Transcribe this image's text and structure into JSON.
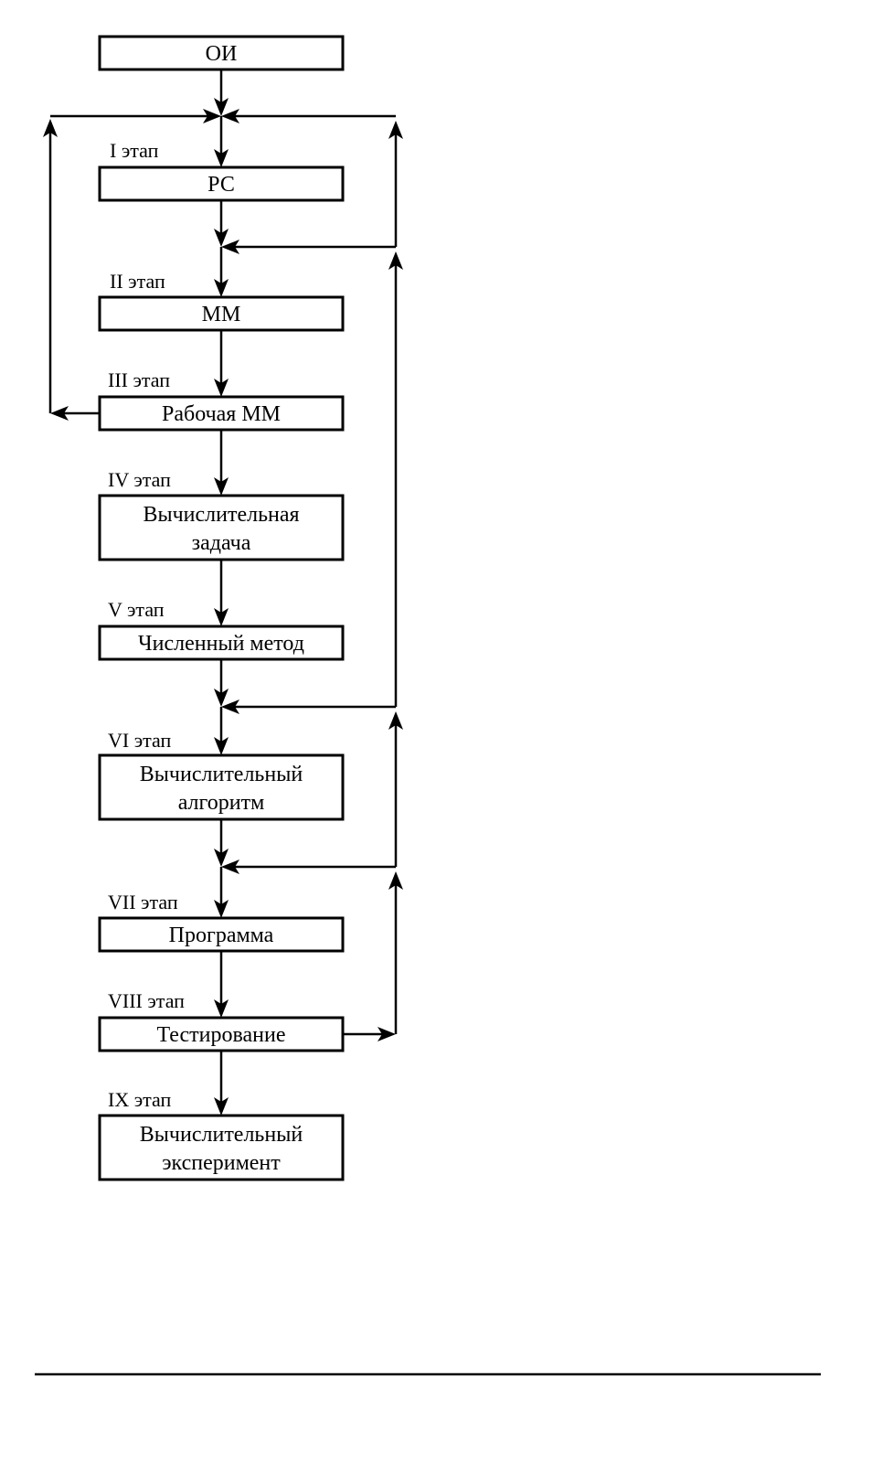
{
  "diagram": {
    "colors": {
      "stroke": "#000000",
      "background": "#ffffff"
    },
    "boxes": [
      {
        "id": "oi",
        "lines": [
          "ОИ"
        ]
      },
      {
        "id": "rs",
        "lines": [
          "РС"
        ]
      },
      {
        "id": "mm",
        "lines": [
          "ММ"
        ]
      },
      {
        "id": "work-mm",
        "lines": [
          "Рабочая ММ"
        ]
      },
      {
        "id": "comp-task",
        "lines": [
          "Вычислительная",
          "задача"
        ]
      },
      {
        "id": "num-method",
        "lines": [
          "Численный метод"
        ]
      },
      {
        "id": "comp-algorithm",
        "lines": [
          "Вычислительный",
          "алгоритм"
        ]
      },
      {
        "id": "program",
        "lines": [
          "Программа"
        ]
      },
      {
        "id": "testing",
        "lines": [
          "Тестирование"
        ]
      },
      {
        "id": "comp-experiment",
        "lines": [
          "Вычислительный",
          "эксперимент"
        ]
      }
    ],
    "stages": [
      {
        "id": "stage-1",
        "label": "I этап"
      },
      {
        "id": "stage-2",
        "label": "II этап"
      },
      {
        "id": "stage-3",
        "label": "III этап"
      },
      {
        "id": "stage-4",
        "label": "IV этап"
      },
      {
        "id": "stage-5",
        "label": "V этап"
      },
      {
        "id": "stage-6",
        "label": "VI этап"
      },
      {
        "id": "stage-7",
        "label": "VII этап"
      },
      {
        "id": "stage-8",
        "label": "VIII этап"
      },
      {
        "id": "stage-9",
        "label": "IX этап"
      }
    ]
  }
}
